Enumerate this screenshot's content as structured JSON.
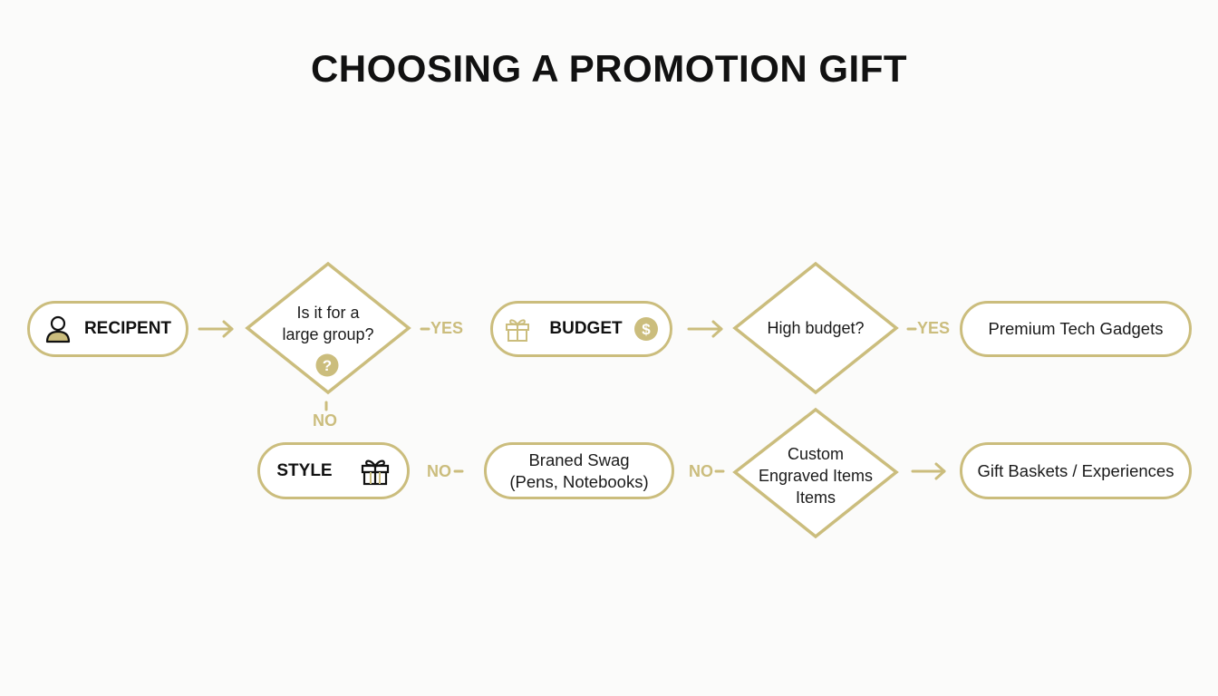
{
  "title": "CHOOSING A PROMOTION GIFT",
  "colors": {
    "accent": "#cbbd7d",
    "text": "#111111",
    "background": "#fbfbfa"
  },
  "nodes": {
    "recipient": {
      "label": "RECIPENT",
      "icon": "person-icon"
    },
    "large_group": {
      "lines": [
        "Is it for a",
        "large group?"
      ],
      "icon": "question-icon"
    },
    "budget": {
      "label": "BUDGET",
      "icons": [
        "gift-icon",
        "dollar-coin-icon"
      ]
    },
    "high_budget": {
      "lines": [
        "High budget?"
      ]
    },
    "premium": {
      "label": "Premium Tech Gadgets"
    },
    "style": {
      "label": "STYLE",
      "icon": "gift-icon"
    },
    "swag": {
      "lines": [
        "Braned Swag",
        "(Pens, Notebooks)"
      ]
    },
    "custom": {
      "lines": [
        "Custom",
        "Engraved Items",
        "Items"
      ]
    },
    "baskets": {
      "label": "Gift Baskets / Experiences"
    }
  },
  "edge_labels": {
    "group_yes": "YES",
    "high_yes": "YES",
    "group_no": "NO",
    "style_no": "NO",
    "swag_no": "NO"
  }
}
